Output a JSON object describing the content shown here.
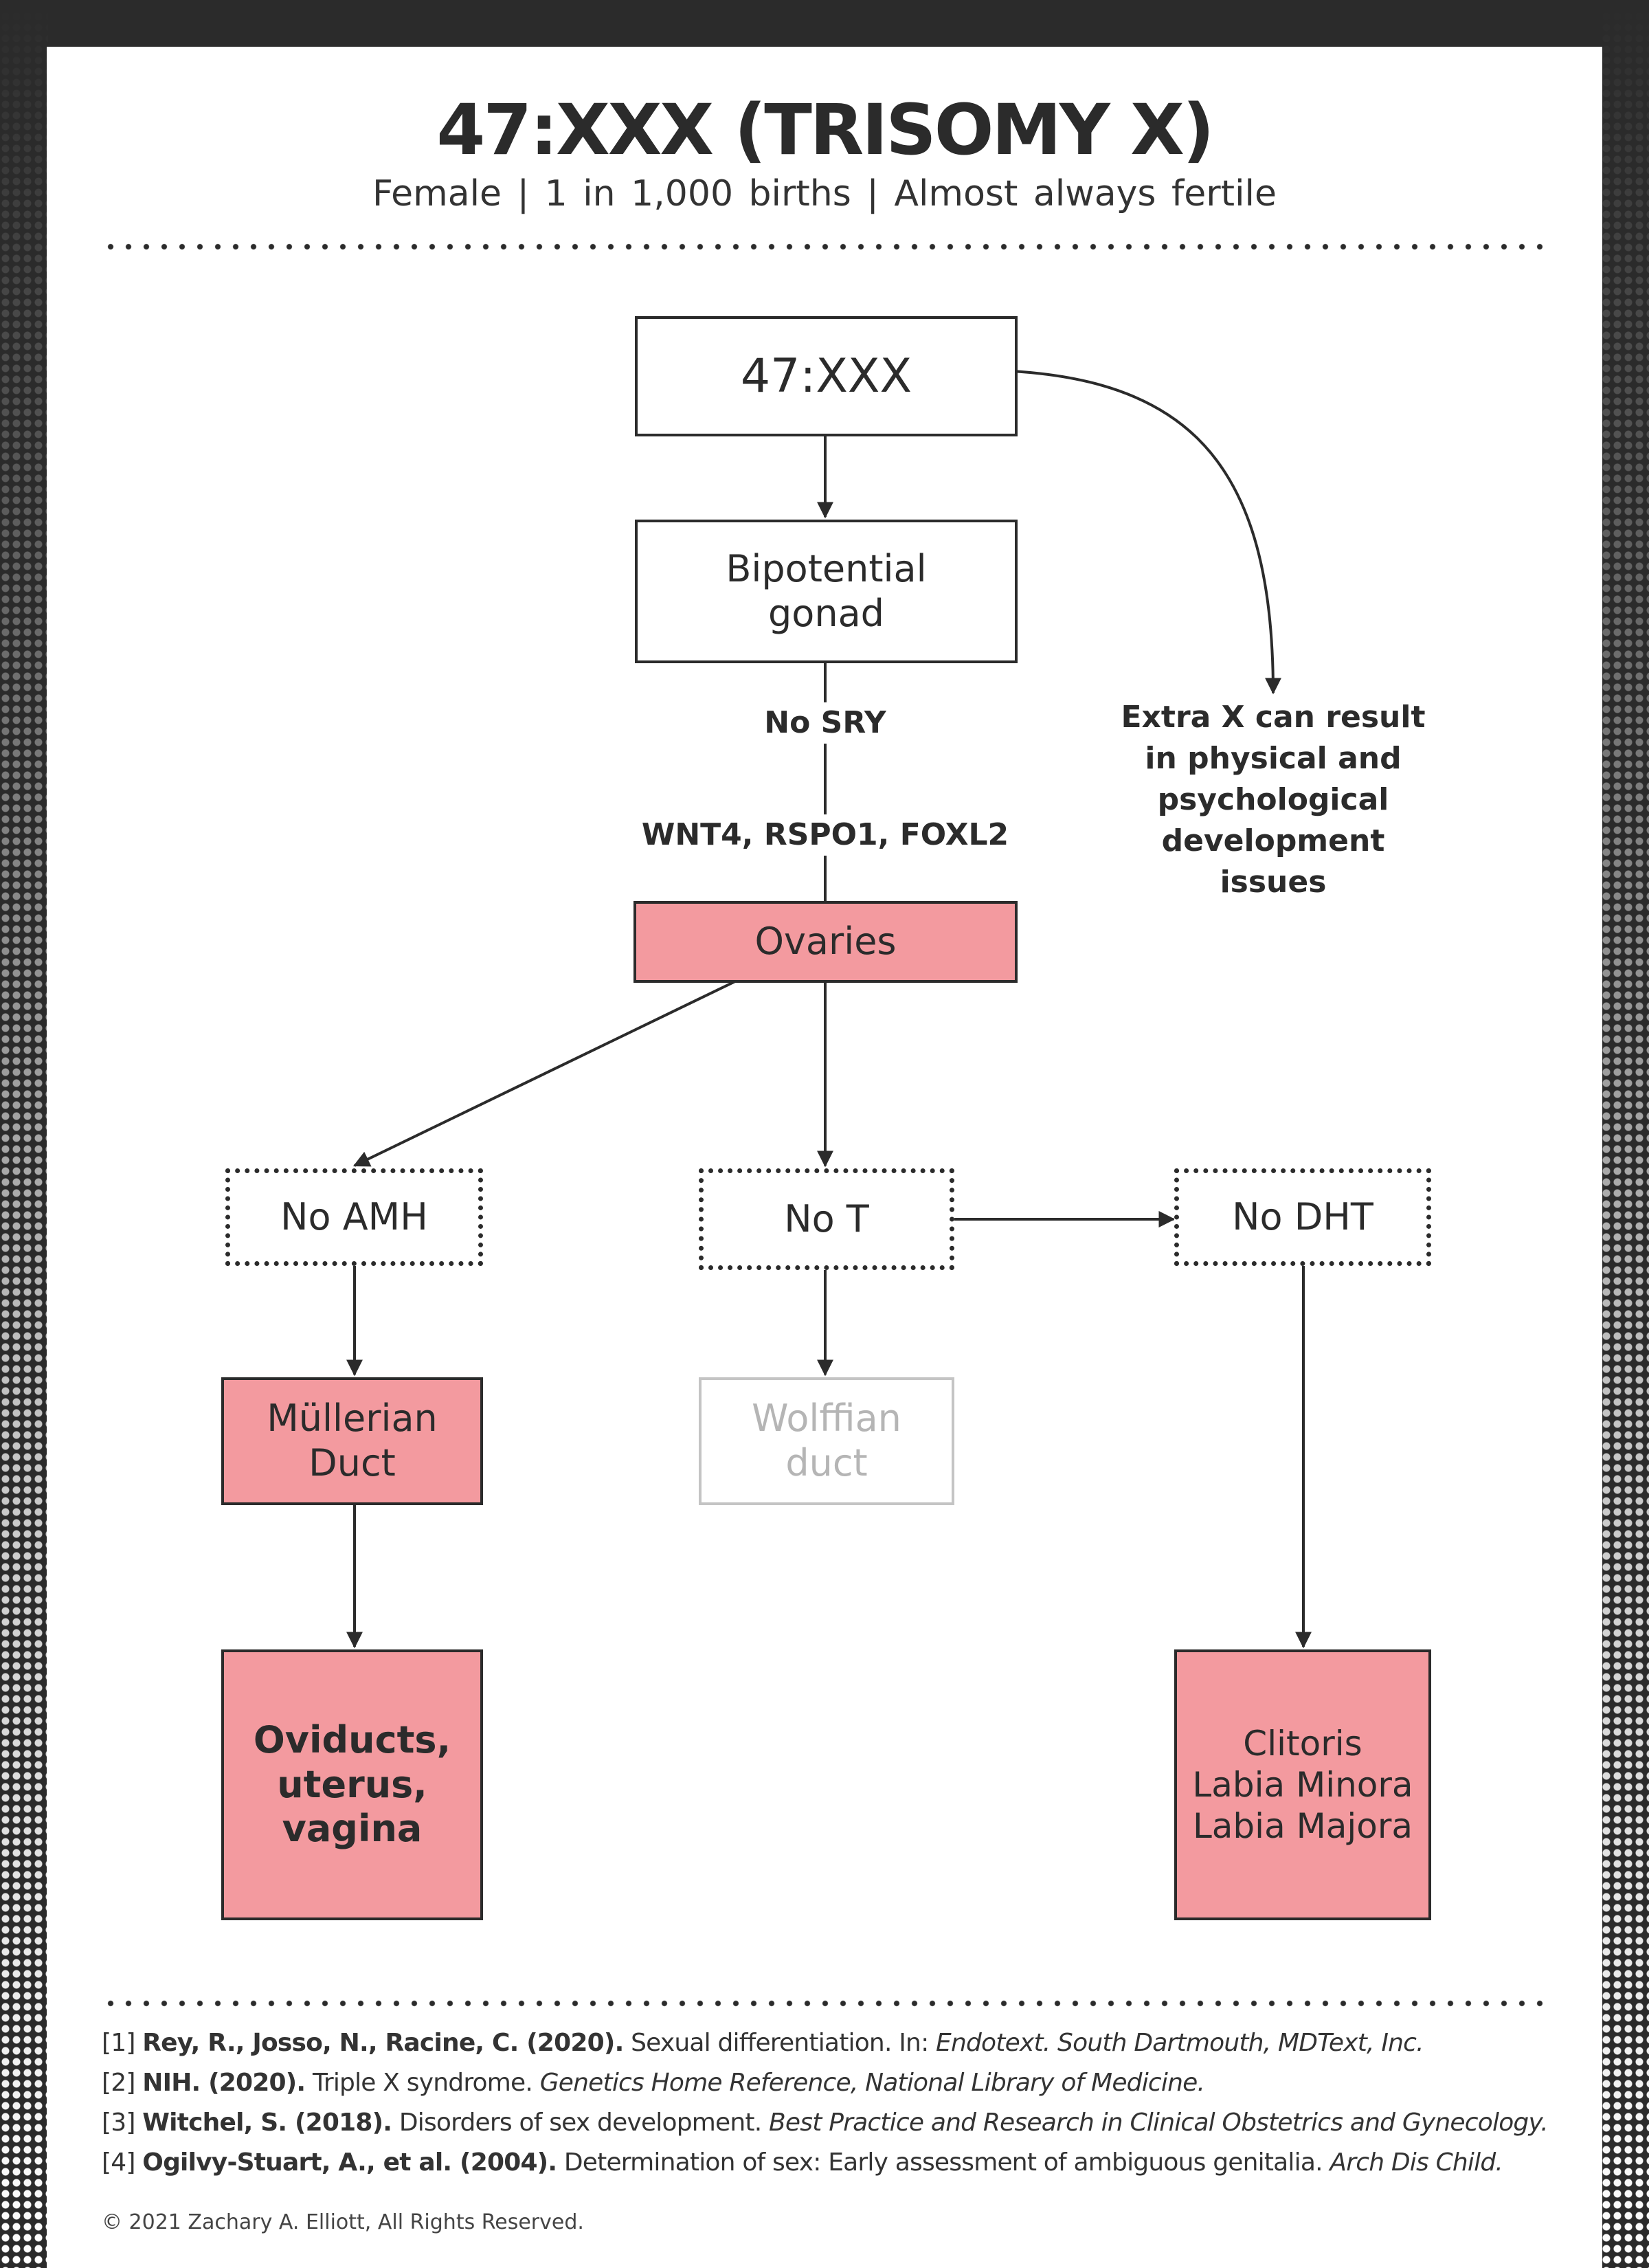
{
  "header": {
    "title": "47:XXX (TRISOMY X)",
    "subtitle": "Female  |  1 in 1,000 births  |  Almost always fertile"
  },
  "diagram": {
    "karyotype": "47:XXX",
    "bipotential_gonad": [
      "Bipotential",
      "gonad"
    ],
    "label_no_sry": "No SRY",
    "label_genes": "WNT4, RSPO1, FOXL2",
    "ovaries": "Ovaries",
    "extra_x_note": [
      "Extra X can result",
      "in physical and",
      "psychological",
      "development issues"
    ],
    "no_amh": "No AMH",
    "no_t": "No T",
    "no_dht": "No DHT",
    "mullerian_duct": [
      "Müllerian",
      "Duct"
    ],
    "wolffian_duct": [
      "Wolffian",
      "duct"
    ],
    "female_internal": [
      "Oviducts,",
      "uterus,",
      "vagina"
    ],
    "female_external": [
      "Clitoris",
      "Labia Minora",
      "Labia Majora"
    ]
  },
  "colors": {
    "dark": "#2b2b2b",
    "pink_fill": "#f39a9f",
    "faded": "#c4c4c4"
  },
  "references": [
    {
      "num": "[1]",
      "authors": "Rey, R., Josso, N., Racine, C. (2020).",
      "title": " Sexual differentiation. In: ",
      "source": "Endotext. South Dartmouth, MDText, Inc."
    },
    {
      "num": "[2]",
      "authors": "NIH. (2020).",
      "title": " Triple X syndrome. ",
      "source": "Genetics Home Reference, National Library of Medicine."
    },
    {
      "num": "[3]",
      "authors": "Witchel, S. (2018).",
      "title": " Disorders of sex development. ",
      "source": "Best Practice and Research in Clinical Obstetrics and Gynecology."
    },
    {
      "num": "[4]",
      "authors": "Ogilvy-Stuart, A., et al. (2004).",
      "title": " Determination of sex: Early assessment of ambiguous genitalia. ",
      "source": "Arch Dis Child."
    }
  ],
  "copyright": "© 2021 Zachary A. Elliott, All Rights Reserved."
}
